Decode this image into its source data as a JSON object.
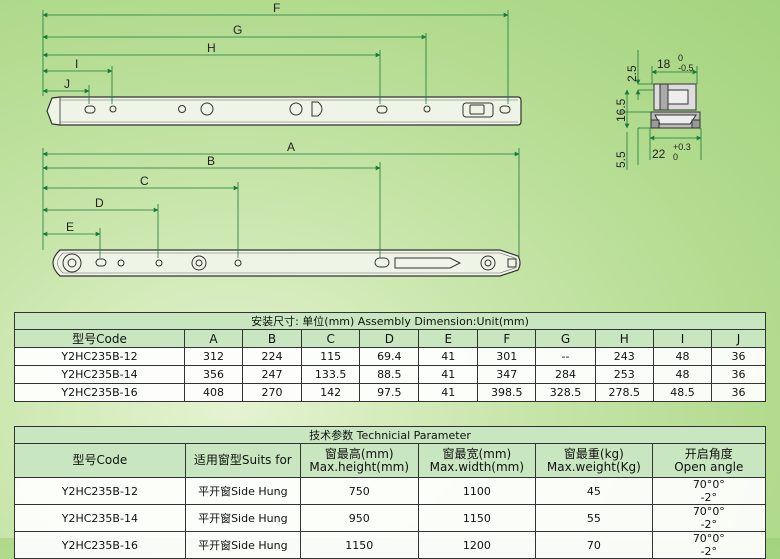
{
  "drawing": {
    "upper_labels": [
      "F",
      "G",
      "H",
      "I",
      "J"
    ],
    "lower_labels": [
      "A",
      "B",
      "C",
      "D",
      "E"
    ],
    "section_labels": {
      "top_width": "18",
      "top_tol_plus": "0",
      "top_tol_minus": "-0.5",
      "height_top": "2.5",
      "height_mid": "16.5",
      "height_bottom": "5.5",
      "bottom_width": "22",
      "bottom_tol_plus": "+0.3",
      "bottom_tol_minus": "0"
    }
  },
  "assembly_table": {
    "title": "安装尺寸: 单位(mm)   Assembly Dimension:Unit(mm)",
    "headers": [
      "型号Code",
      "A",
      "B",
      "C",
      "D",
      "E",
      "F",
      "G",
      "H",
      "I",
      "J"
    ],
    "rows": [
      [
        "Y2HC235B-12",
        "312",
        "224",
        "115",
        "69.4",
        "41",
        "301",
        "--",
        "243",
        "48",
        "36"
      ],
      [
        "Y2HC235B-14",
        "356",
        "247",
        "133.5",
        "88.5",
        "41",
        "347",
        "284",
        "253",
        "48",
        "36"
      ],
      [
        "Y2HC235B-16",
        "408",
        "270",
        "142",
        "97.5",
        "41",
        "398.5",
        "328.5",
        "278.5",
        "48.5",
        "36"
      ]
    ]
  },
  "tech_table": {
    "title": "技术参数   Technicial Parameter",
    "headers": [
      {
        "cn": "型号Code",
        "en": ""
      },
      {
        "cn": "适用窗型Suits for",
        "en": ""
      },
      {
        "cn": "窗最高(mm)",
        "en": "Max.height(mm)"
      },
      {
        "cn": "窗最宽(mm)",
        "en": "Max.width(mm)"
      },
      {
        "cn": "窗最重(kg)",
        "en": "Max.weight(Kg)"
      },
      {
        "cn": "开启角度",
        "en": "Open angle"
      }
    ],
    "rows": [
      {
        "code": "Y2HC235B-12",
        "suits": "平开窗Side Hung",
        "height": "750",
        "width": "1100",
        "weight": "45",
        "angle": "70°",
        "tol_plus": "0°",
        "tol_minus": "-2°"
      },
      {
        "code": "Y2HC235B-14",
        "suits": "平开窗Side Hung",
        "height": "950",
        "width": "1150",
        "weight": "55",
        "angle": "70°",
        "tol_plus": "0°",
        "tol_minus": "-2°"
      },
      {
        "code": "Y2HC235B-16",
        "suits": "平开窗Side Hung",
        "height": "1150",
        "width": "1200",
        "weight": "70",
        "angle": "70°",
        "tol_plus": "0°",
        "tol_minus": "-2°"
      }
    ]
  }
}
